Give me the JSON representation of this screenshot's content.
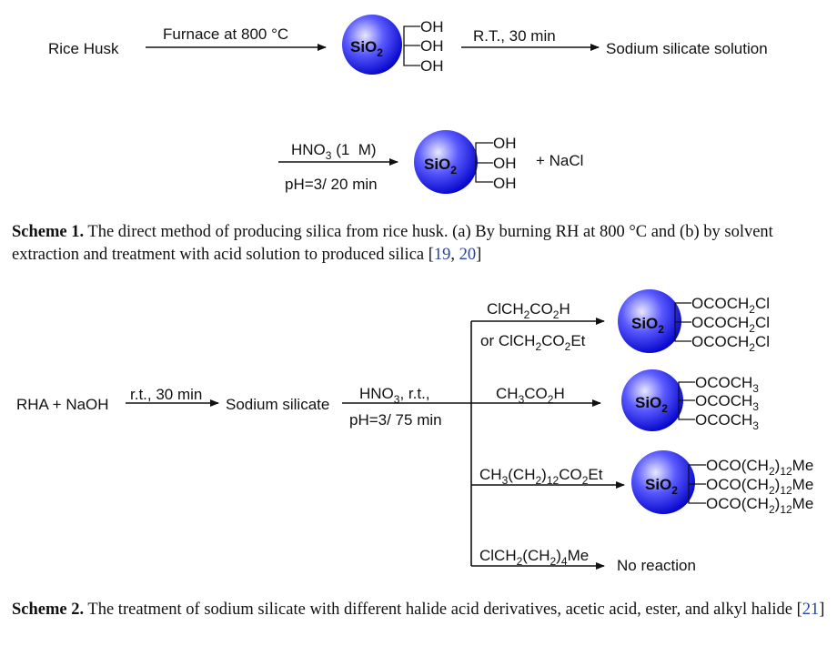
{
  "colors": {
    "sphere_center": "#e8e8ff",
    "sphere_mid": "#5a5aff",
    "sphere_edge": "#0000c8",
    "citation": "#2244aa"
  },
  "scheme1": {
    "start": "Rice Husk",
    "arrow1_label": "Furnace at 800 °C",
    "sio2": "SiO",
    "sio2_sub": "2",
    "oh": "OH",
    "arrow2_label": "R.T., 30 min",
    "product": "Sodium silicate solution",
    "arrow3_top_a": "HNO",
    "arrow3_top_sub": "3",
    "arrow3_top_b": " (1  M)",
    "arrow3_bottom": "pH=3/ 20 min",
    "byproduct": "+ NaCl"
  },
  "caption1": {
    "label": "Scheme 1.",
    "text": " The direct method of producing silica from rice husk. (a) By burning RH at 800 °C and (b) by solvent extraction and treatment with acid solution to produced silica [",
    "ref1": "19",
    "sep": ", ",
    "ref2": "20",
    "end": "]"
  },
  "scheme2": {
    "start": "RHA + NaOH",
    "arrow1_label": "r.t., 30 min",
    "intermediate": "Sodium silicate",
    "arrow2_top_a": "HNO",
    "arrow2_top_sub": "3",
    "arrow2_top_b": ", r.t.,",
    "arrow2_bottom": "pH=3/ 75 min",
    "branch1": {
      "reagent_a": "ClCH",
      "reagent_sub1": "2",
      "reagent_b": "CO",
      "reagent_sub2": "2",
      "reagent_c": "H",
      "alt_a": "or ClCH",
      "alt_sub1": "2",
      "alt_b": "CO",
      "alt_sub2": "2",
      "alt_c": "Et",
      "group_a": "OCOCH",
      "group_sub": "2",
      "group_b": "Cl"
    },
    "branch2": {
      "reagent_a": "CH",
      "reagent_sub1": "3",
      "reagent_b": "CO",
      "reagent_sub2": "2",
      "reagent_c": "H",
      "group_a": "OCOCH",
      "group_sub": "3"
    },
    "branch3": {
      "reagent_a": "CH",
      "reagent_sub1": "3",
      "reagent_b": "(CH",
      "reagent_sub2": "2",
      "reagent_c": ")",
      "reagent_sub3": "12",
      "reagent_d": "CO",
      "reagent_sub4": "2",
      "reagent_e": "Et",
      "group_a": "OCO(CH",
      "group_sub1": "2",
      "group_b": ")",
      "group_sub2": "12",
      "group_c": "Me"
    },
    "branch4": {
      "reagent_a": "ClCH",
      "reagent_sub1": "2",
      "reagent_b": "(CH",
      "reagent_sub2": "2",
      "reagent_c": ")",
      "reagent_sub3": "4",
      "reagent_d": "Me",
      "result": "No reaction"
    }
  },
  "caption2": {
    "label": "Scheme 2.",
    "text": " The treatment of sodium silicate with different halide acid derivatives, acetic acid, ester, and alkyl halide [",
    "ref1": "21",
    "end": "]"
  }
}
